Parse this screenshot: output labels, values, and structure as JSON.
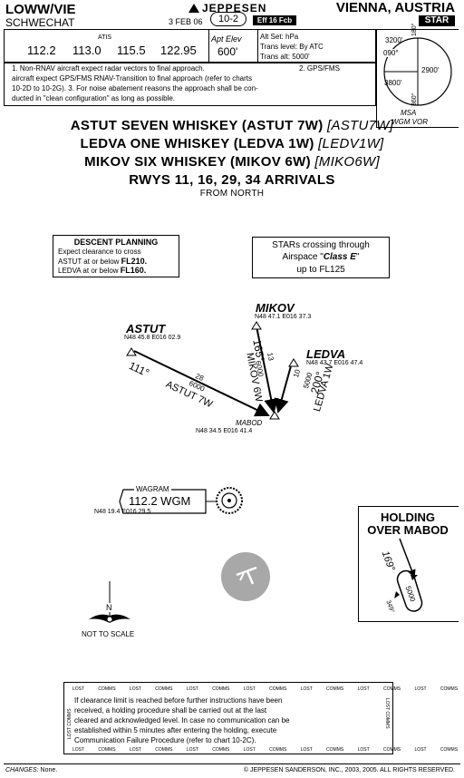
{
  "header": {
    "airport_id": "LOWW/VIE",
    "airport_name": "SCHWECHAT",
    "brand": "JEPPESEN",
    "date": "3 FEB 06",
    "chart_no": "10-2",
    "eff": "Eff 16 Fcb",
    "location": "VIENNA, AUSTRIA",
    "chart_type": "STAR"
  },
  "comms": {
    "atis_label": "ATIS",
    "atis_freqs": [
      "112.2",
      "113.0",
      "115.5",
      "122.95"
    ],
    "apt_elev_label": "Apt Elev",
    "apt_elev": "600'",
    "alt_set": "Alt Set: hPa",
    "trans_level": "Trans level: By ATC",
    "trans_alt": "Trans alt: 5000'"
  },
  "notes": {
    "line1a": "1. Non-RNAV aircraft expect radar vectors to final approach.",
    "line1b": "2. GPS/FMS",
    "line2": "aircraft expect GPS/FMS RNAV-Transition to final approach (refer to charts",
    "line3": "10-2D to 10-2G).   3. For noise abatement reasons the approach shall be con-",
    "line4": "ducted in \"clean configuration\" as long as possible."
  },
  "msa": {
    "alt_nw": "3200'",
    "alt_e": "2900'",
    "alt_sw": "3800'",
    "brg_090": "090°",
    "brg_180": "180°",
    "brg_360": "360°",
    "label": "MSA",
    "ref": "WGM VOR"
  },
  "titles": {
    "line1": "ASTUT SEVEN WHISKEY (ASTUT 7W)",
    "line1_code": "[ASTU7W]",
    "line2": "LEDVA ONE WHISKEY (LEDVA 1W)",
    "line2_code": "[LEDV1W]",
    "line3": "MIKOV SIX WHISKEY (MIKOV 6W)",
    "line3_code": "[MIKO6W]",
    "line4": "RWYS 11, 16, 29, 34 ARRIVALS",
    "line5": "FROM NORTH"
  },
  "descent": {
    "title": "DESCENT PLANNING",
    "l1": "Expect clearance to cross",
    "l2a": "ASTUT at or below",
    "l2b": "FL210.",
    "l3a": "LEDVA at or below",
    "l3b": "FL160."
  },
  "airspace": {
    "l1": "STARs crossing through",
    "l2a": "Airspace \"",
    "l2b": "Class E",
    "l2c": "\"",
    "l3": "up to FL125"
  },
  "fixes": {
    "astut_name": "ASTUT",
    "astut_coord": "N48 45.8 E016 02.9",
    "mikov_name": "MIKOV",
    "mikov_coord": "N48 47.1 E016 37.3",
    "ledva_name": "LEDVA",
    "ledva_coord": "N48 43.7 E016 47.4",
    "mabod_name": "MABOD",
    "mabod_coord": "N48 34.5 E016 41.4"
  },
  "routes": {
    "astut_crs": "111°",
    "astut_dist": "28",
    "astut_alt": "6000",
    "astut_name": "ASTUT 7W",
    "mikov_crs": "165°",
    "mikov_dist": "13",
    "mikov_alt": "6000",
    "mikov_name": "MIKOV 6W",
    "ledva_crs": "200°",
    "ledva_dist": "10",
    "ledva_alt": "5000",
    "ledva_name": "LEDVA 1W"
  },
  "vor": {
    "name": "WAGRAM",
    "freq_ident": "112.2 WGM",
    "coord": "N48 19.4 E016 29.5"
  },
  "holding": {
    "title1": "HOLDING",
    "title2": "OVER MABOD",
    "inbound": "169°",
    "outbound": "349°",
    "alt": "5000"
  },
  "north": {
    "label": "N",
    "not_to_scale": "NOT TO SCALE"
  },
  "lost_comms": {
    "label": "LOST COMMS",
    "l1": "If clearance limit is reached before further instructions have been",
    "l2": "received, a holding procedure shall be carried out at the last",
    "l3": "cleared and acknowledged level. In case no communication can be",
    "l4": "established within 5 minutes after entering the holding, execute",
    "l5": "Communication Failure Procedure (refer to chart 10-2C)."
  },
  "footer": {
    "changes_label": "CHANGES:",
    "changes": "None.",
    "copyright": "© JEPPESEN SANDERSON, INC., 2003, 2005. ALL RIGHTS RESERVED."
  },
  "colors": {
    "ink": "#000000",
    "airport_symbol": "#a8a8a8"
  }
}
